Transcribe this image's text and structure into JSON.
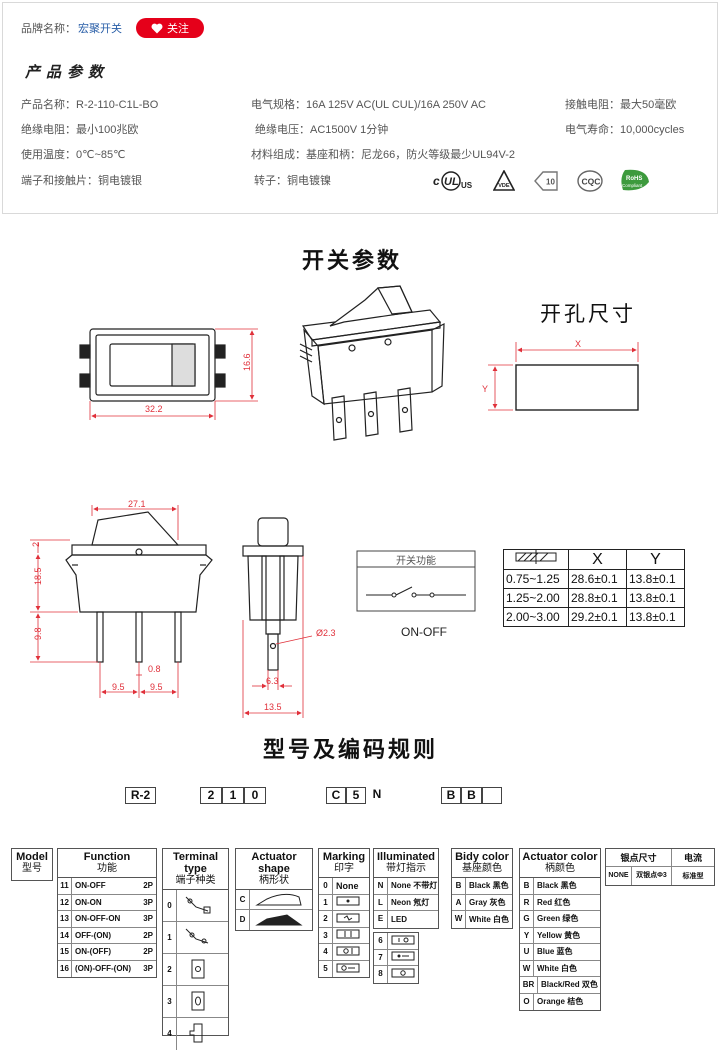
{
  "brand": {
    "label": "品牌名称：",
    "name": "宏聚开关",
    "follow_label": "关注"
  },
  "params_title": "产品参数",
  "params": {
    "model": "产品名称：R-2-110-C1L-BO",
    "rating": "电气规格：16A  125V  AC(UL CUL)/16A 250V  AC",
    "contact_res": "接触电阻：最大50毫欧",
    "insulation_res": "绝缘电阻：最小100兆欧",
    "insulation_volt": "绝缘电压：AC1500V 1分钟",
    "life": "电气寿命：10,000cycles",
    "temp": "使用温度：0℃~85℃",
    "material": "材料组成：基座和柄：尼龙66，防火等级最少UL94V-2",
    "terminal": "端子和接触片：铜电镀银",
    "rotor": "转子：铜电镀镍"
  },
  "certs": [
    "c-UL-us-icon",
    "vde-icon",
    "enec-10-icon",
    "cqc-icon",
    "rohs-compliant-icon"
  ],
  "certs_text": {
    "ul": "US",
    "vde": "VDE",
    "enec": "10",
    "cqc": "CQC",
    "rohs_top": "RoHS",
    "rohs_bottom": "Compliant"
  },
  "switch_params_title": "开关参数",
  "hole_title": "开孔尺寸",
  "dims": {
    "front_w": "32.2",
    "front_h": "16.6",
    "side_top": "27.1",
    "side_cap": "2",
    "side_body": "18.5",
    "side_pin": "9.8",
    "pin_w": "0.8",
    "pitch1": "9.5",
    "pitch2": "9.5",
    "end_hole": "Ø2.3",
    "end_pin": "6.3",
    "end_w": "13.5",
    "hole_x": "X",
    "hole_y": "Y"
  },
  "switch_function": {
    "title": "开关功能",
    "label": "ON-OFF"
  },
  "hole_table": {
    "headers": [
      "",
      "X",
      "Y"
    ],
    "rows": [
      [
        "0.75~1.25",
        "28.6±0.1",
        "13.8±0.1"
      ],
      [
        "1.25~2.00",
        "28.8±0.1",
        "13.8±0.1"
      ],
      [
        "2.00~3.00",
        "29.2±0.1",
        "13.8±0.1"
      ]
    ]
  },
  "coding_title": "型号及编码规则",
  "code_boxes": [
    "R-2",
    "2",
    "1",
    "0",
    "C",
    "5",
    "N",
    "B",
    "B",
    ""
  ],
  "groups": {
    "model": {
      "en": "Model",
      "cn": "型号"
    },
    "function": {
      "en": "Function",
      "cn": "功能",
      "rows": [
        [
          "11",
          "ON-OFF",
          "2P"
        ],
        [
          "12",
          "ON-ON",
          "3P"
        ],
        [
          "13",
          "ON-OFF-ON",
          "3P"
        ],
        [
          "14",
          "OFF-(ON)",
          "2P"
        ],
        [
          "15",
          "ON-(OFF)",
          "2P"
        ],
        [
          "16",
          "(ON)-OFF-(ON)",
          "3P"
        ]
      ]
    },
    "terminal": {
      "en": "Terminal type",
      "cn": "端子种类",
      "keys": [
        "0",
        "1",
        "2",
        "3",
        "4"
      ]
    },
    "actuator_shape": {
      "en": "Actuator shape",
      "cn": "柄形状",
      "keys": [
        "C",
        "D"
      ]
    },
    "marking": {
      "en": "Marking",
      "cn": "印字",
      "rows": [
        [
          "0",
          "None"
        ],
        [
          "1",
          ""
        ],
        [
          "2",
          ""
        ],
        [
          "3",
          ""
        ],
        [
          "4",
          ""
        ],
        [
          "5",
          ""
        ]
      ],
      "extra": [
        "6",
        "7",
        "8"
      ]
    },
    "illuminated": {
      "en": "Illuminated",
      "cn": "带灯指示",
      "rows": [
        [
          "N",
          "None 不带灯"
        ],
        [
          "L",
          "Neon 氖灯"
        ],
        [
          "E",
          "LED"
        ]
      ]
    },
    "body_color": {
      "en": "Bidy color",
      "cn": "基座颜色",
      "rows": [
        [
          "B",
          "Black 黑色"
        ],
        [
          "A",
          "Gray 灰色"
        ],
        [
          "W",
          "White 白色"
        ]
      ]
    },
    "actuator_color": {
      "en": "Actuator color",
      "cn": "柄颜色",
      "rows": [
        [
          "B",
          "Black 黑色"
        ],
        [
          "R",
          "Red 红色"
        ],
        [
          "G",
          "Green 绿色"
        ],
        [
          "Y",
          "Yellow 黄色"
        ],
        [
          "U",
          "Blue 蓝色"
        ],
        [
          "W",
          "White 白色"
        ],
        [
          "BR",
          "Black/Red 双色"
        ],
        [
          "O",
          "Orange 桔色"
        ]
      ]
    },
    "silver": {
      "h1": "银点尺寸",
      "h2": "电流",
      "c1": "NONE",
      "c2": "双银点Φ3",
      "c3": "标准型"
    }
  },
  "colors": {
    "accent": "#e5001a",
    "brand": "#2a5fa8",
    "dim": "#e0303a"
  }
}
